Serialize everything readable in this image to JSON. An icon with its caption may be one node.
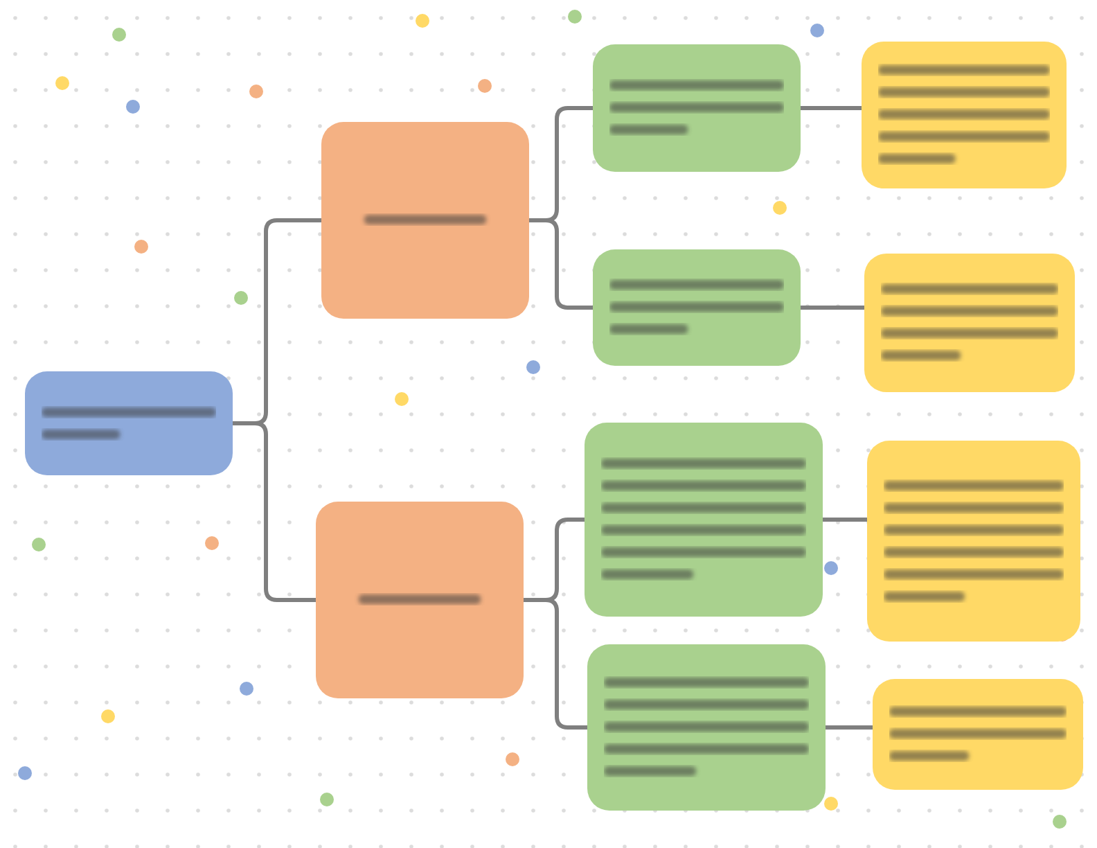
{
  "diagram": {
    "nodes": [
      {
        "text": [],
        "shape": "box"
      },
      {
        "text": [],
        "shape": "box"
      },
      {
        "text": [],
        "shape": "box"
      },
      {
        "text": [],
        "shape": "box"
      },
      {
        "text": [],
        "shape": "box"
      },
      {
        "text": [],
        "shape": "box"
      },
      {
        "text": [],
        "shape": "box"
      },
      {
        "text": [],
        "shape": "box"
      },
      {
        "text": [],
        "shape": "box"
      },
      {
        "text": [],
        "shape": "box"
      },
      {
        "text": [],
        "shape": "box"
      }
    ],
    "edges": [
      {
        "from": 0,
        "to": 1,
        "arrow": "none"
      },
      {
        "from": 0,
        "to": 2,
        "arrow": "none"
      },
      {
        "from": 1,
        "to": 3,
        "arrow": "none"
      },
      {
        "from": 1,
        "to": 4,
        "arrow": "none"
      },
      {
        "from": 2,
        "to": 5,
        "arrow": "none"
      },
      {
        "from": 2,
        "to": 6,
        "arrow": "none"
      },
      {
        "from": 3,
        "to": 7,
        "arrow": "none"
      },
      {
        "from": 4,
        "to": 8,
        "arrow": "none"
      },
      {
        "from": 5,
        "to": 9,
        "arrow": "none"
      },
      {
        "from": 6,
        "to": 10,
        "arrow": "none"
      }
    ]
  }
}
